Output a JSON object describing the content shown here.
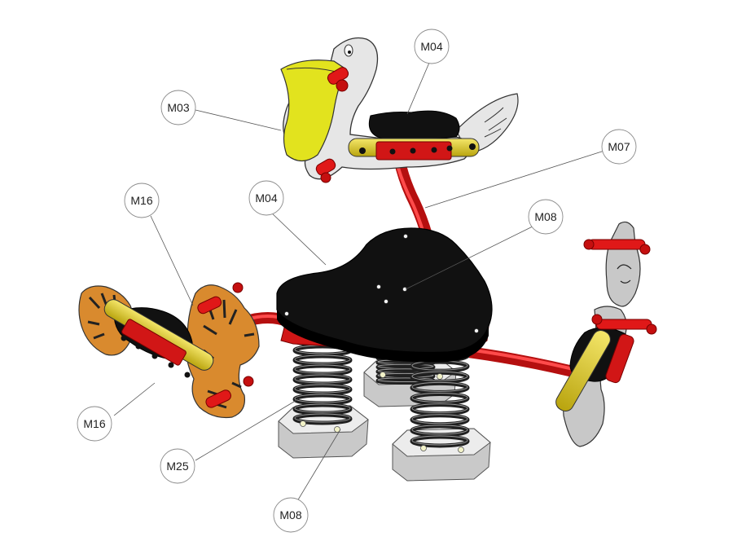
{
  "colors": {
    "frame": "#e11a1a",
    "seat": "#1a1a1a",
    "spring": "#202020",
    "base": "#dcdcdc",
    "pelican_body": "#e6e6e6",
    "pelican_beak": "#e2e31e",
    "tiger_body": "#d98a2e",
    "cat_body": "#c8c8c8",
    "handle_yellow": "#e6d21b",
    "bolt_red": "#e01818"
  },
  "parts": {
    "pelican": {
      "name": "pelican-rider"
    },
    "tiger": {
      "name": "tiger-rider"
    },
    "cat": {
      "name": "cat-rider"
    },
    "center_seat": {
      "name": "center-seat"
    }
  },
  "callouts": [
    {
      "id": "pelican-body",
      "label": "M03"
    },
    {
      "id": "pelican-seat",
      "label": "M04"
    },
    {
      "id": "pelican-post",
      "label": "M07"
    },
    {
      "id": "center-seat",
      "label": "M04"
    },
    {
      "id": "center-bolts",
      "label": "M08"
    },
    {
      "id": "tiger-upper",
      "label": "M16"
    },
    {
      "id": "tiger-lower",
      "label": "M16"
    },
    {
      "id": "spring",
      "label": "M25"
    },
    {
      "id": "base-bolts",
      "label": "M08"
    }
  ]
}
